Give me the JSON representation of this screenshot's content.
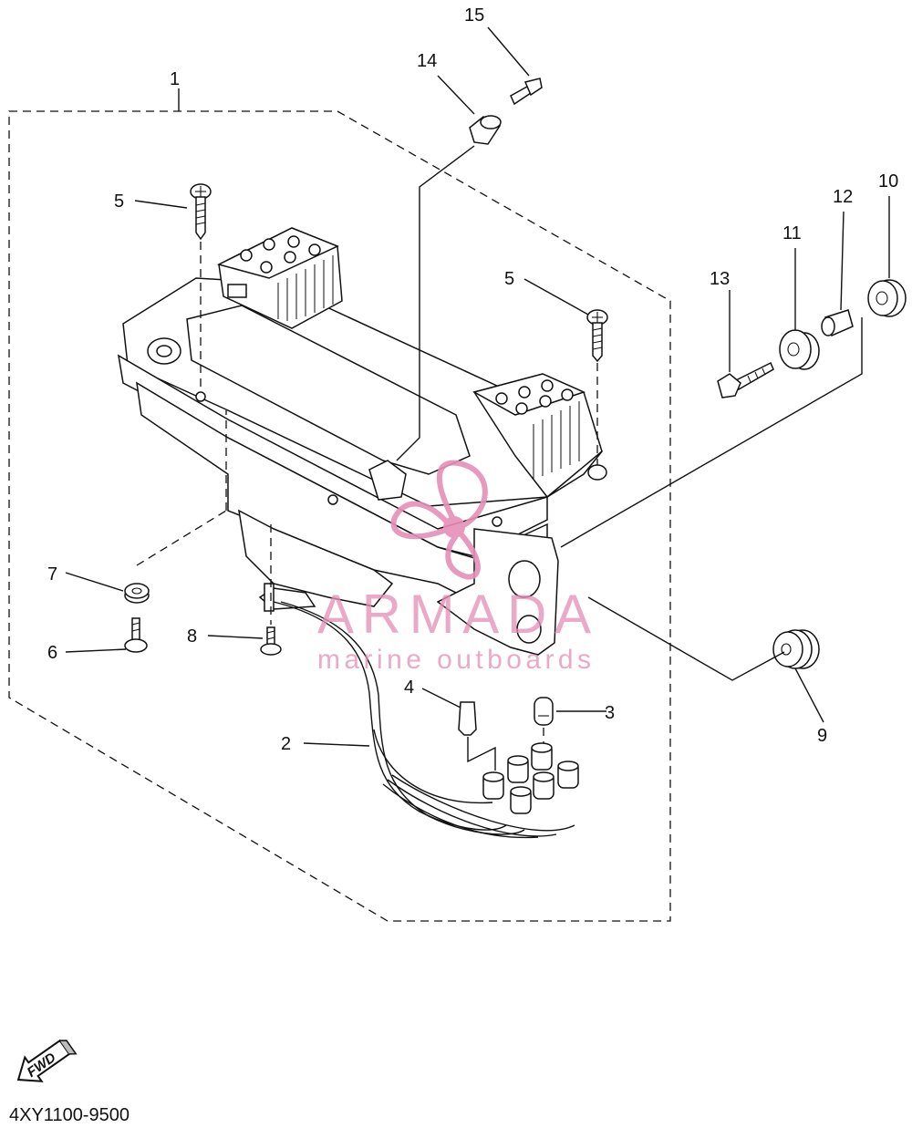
{
  "diagram": {
    "callouts": [
      "1",
      "2",
      "3",
      "4",
      "5",
      "5",
      "6",
      "7",
      "8",
      "9",
      "10",
      "11",
      "12",
      "13",
      "14",
      "15"
    ],
    "drawing_code": "4XY1100-9500",
    "fwd_label": "FWD",
    "watermark": {
      "brand": "ARMADA",
      "tagline": "marine outboards",
      "color": "#e58fb7"
    }
  }
}
